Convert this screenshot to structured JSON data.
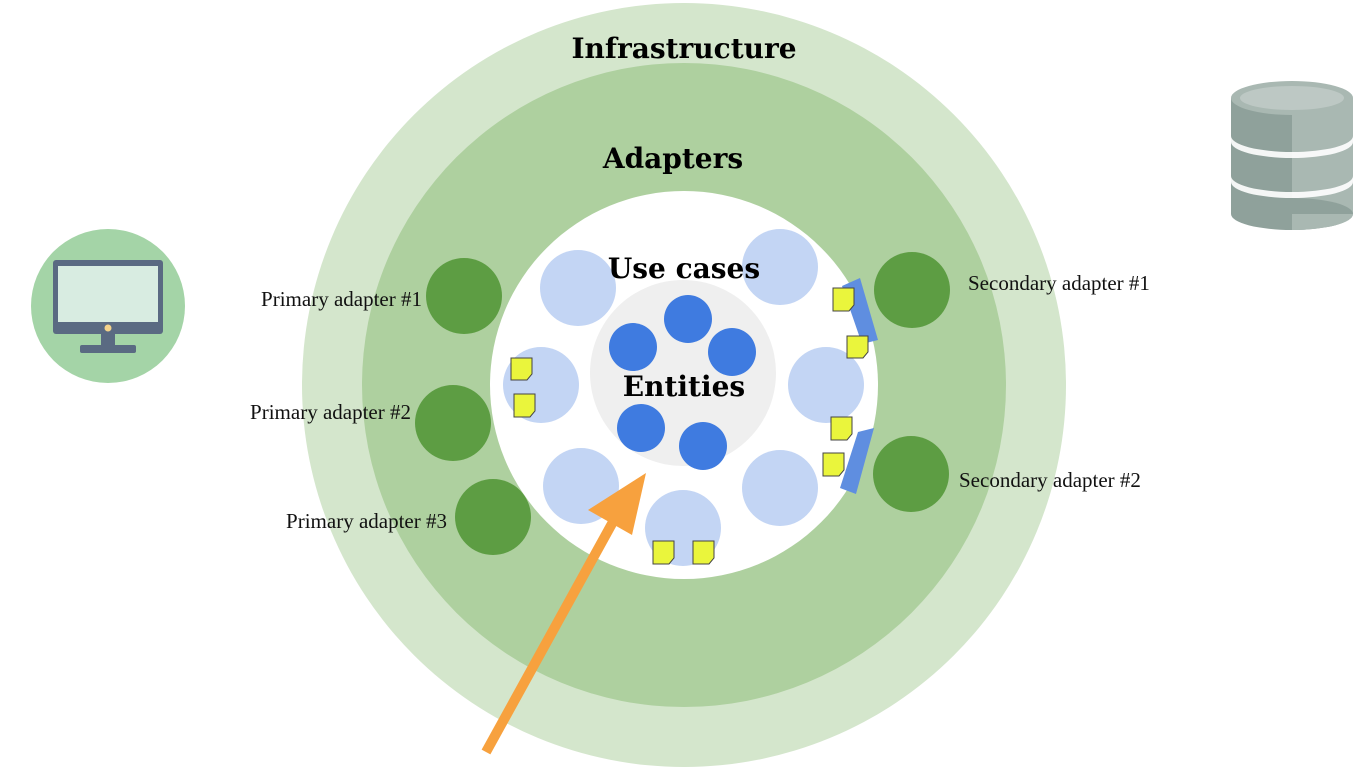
{
  "diagram": {
    "layers": {
      "infrastructure": "Infrastructure",
      "adapters": "Adapters",
      "use_cases": "Use cases",
      "entities": "Entities"
    },
    "primary_adapters": [
      "Primary adapter #1",
      "Primary adapter #2",
      "Primary adapter #3"
    ],
    "secondary_adapters": [
      "Secondary adapter #1",
      "Secondary adapter #2"
    ],
    "icons": {
      "left": "monitor-icon",
      "right": "database-icon"
    }
  },
  "colors": {
    "infrastructure_ring": "#d4e6cc",
    "adapters_ring": "#aed09f",
    "use_cases_area": "#ffffff",
    "use_case_circle": "#c3d5f4",
    "entities_area": "#efefef",
    "entity_circle": "#3f7be0",
    "adapter_circle": "#5d9d43",
    "port_shape": "#5f8ee0",
    "sticky_note": "#eaf53c",
    "arrow": "#f7a13e",
    "monitor_bg": "#a4d4a7",
    "database": "#8fa19b"
  }
}
